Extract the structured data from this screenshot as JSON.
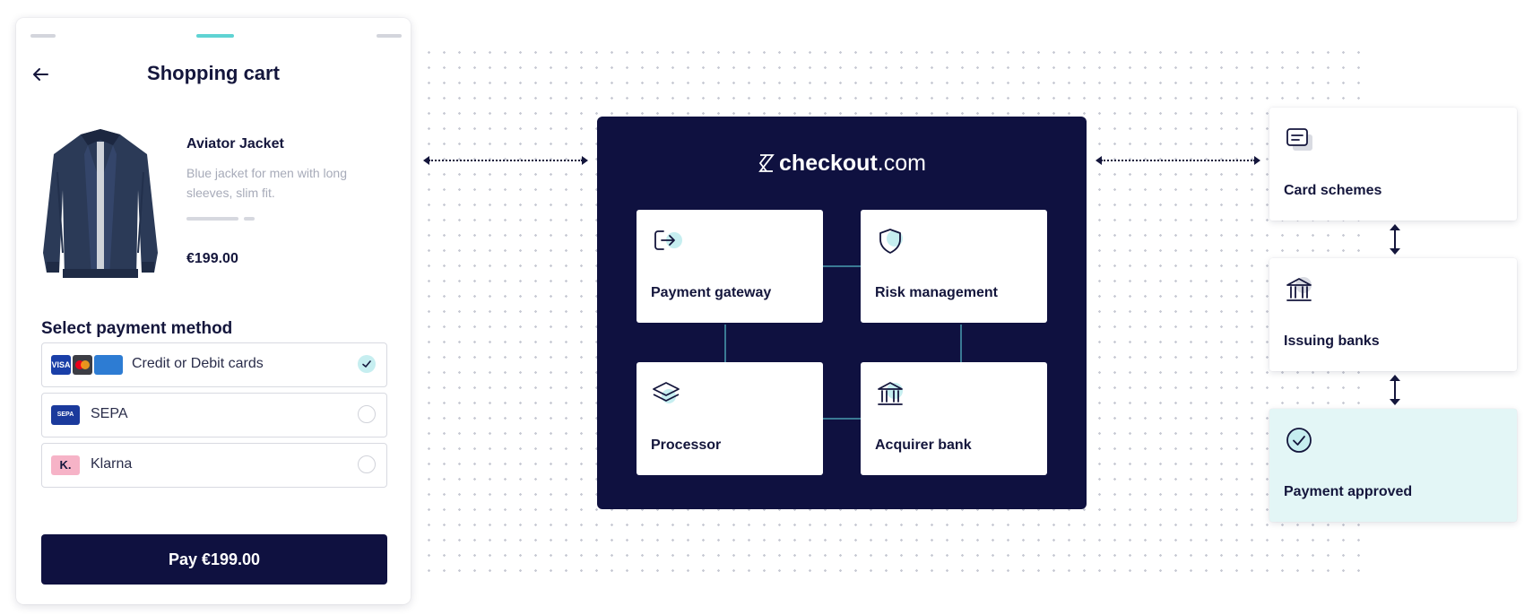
{
  "cart": {
    "title": "Shopping cart",
    "product": {
      "name": "Aviator Jacket",
      "description": "Blue jacket for men with long sleeves, slim fit.",
      "price": "€199.00"
    },
    "payment_section_title": "Select payment method",
    "methods": [
      {
        "label": "Credit or Debit cards",
        "selected": true,
        "logos": [
          "VISA",
          "MC",
          "AMEX"
        ]
      },
      {
        "label": "SEPA",
        "selected": false,
        "logos": [
          "SEPA"
        ]
      },
      {
        "label": "Klarna",
        "selected": false,
        "logos": [
          "K."
        ]
      }
    ],
    "pay_button": "Pay €199.00"
  },
  "checkout": {
    "brand_bold": "checkout",
    "brand_suffix": ".com",
    "components": [
      "Payment gateway",
      "Risk management",
      "Processor",
      "Acquirer bank"
    ]
  },
  "network": {
    "items": [
      "Card schemes",
      "Issuing banks",
      "Payment approved"
    ]
  },
  "colors": {
    "navy": "#0f1140",
    "teal": "#5fd3d3",
    "approved_bg": "#e3f6f6",
    "connector": "#3a7a94"
  }
}
